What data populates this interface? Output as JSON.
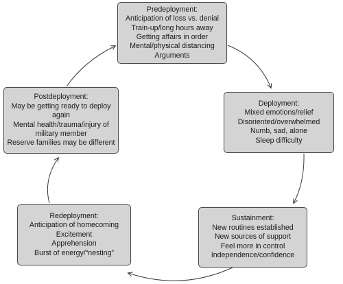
{
  "cycle": {
    "predeployment": {
      "title": "Predeployment:",
      "lines": [
        "Anticipation of loss vs. denial",
        "Train-up/long hours away",
        "Getting affairs in order",
        "Mental/physical distancing",
        "Arguments"
      ]
    },
    "deployment": {
      "title": "Deployment:",
      "lines": [
        "Mixed emotions/relief",
        "Disoriented/overwhelmed",
        "Numb, sad, alone",
        "Sleep difficulty"
      ]
    },
    "sustainment": {
      "title": "Sustainment:",
      "lines": [
        "New routines established",
        "New sources of support",
        "Feel more in control",
        "Independence/confidence"
      ]
    },
    "redeployment": {
      "title": "Redeployment:",
      "lines": [
        "Anticipation of homecoming",
        "Excitement",
        "Apprehension",
        "Burst of energy/“nesting”"
      ]
    },
    "postdeployment": {
      "title": "Postdeployment:",
      "lines": [
        "May be getting ready to deploy",
        "again",
        "Mental health/trauma/injury of",
        "military member",
        "Reserve families may be different"
      ]
    }
  }
}
